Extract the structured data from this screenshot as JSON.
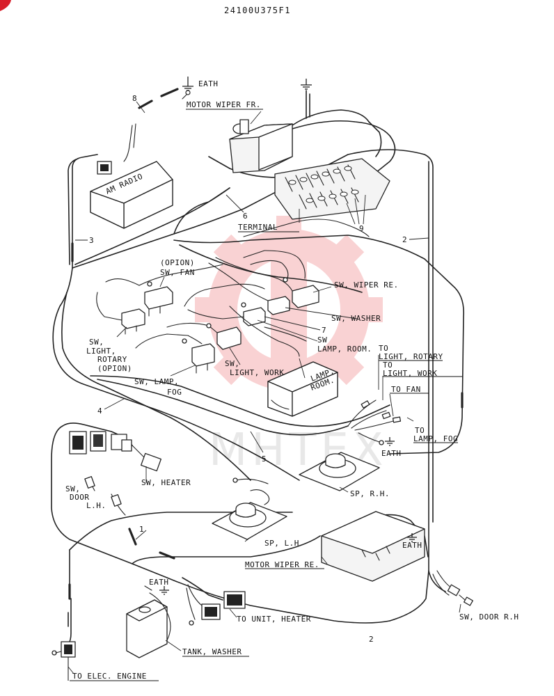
{
  "document": {
    "part_number": "24100U375F1",
    "watermark": "MHTEX"
  },
  "labels": {
    "eath_top": "EATH",
    "motor_wiper_fr": "MOTOR WIPER FR.",
    "am_radio": "AM RADIO",
    "terminal": "TERMINAL",
    "opion_sw_fan_1": "(OPION)",
    "opion_sw_fan_2": "SW, FAN",
    "sw_wiper_re": "SW, WIPER RE.",
    "sw_washer": "SW, WASHER",
    "sw_lamp_room_1": "SW",
    "sw_lamp_room_2": "LAMP, ROOM.",
    "sw_light_rotary_1": "SW,",
    "sw_light_rotary_2": "LIGHT,",
    "sw_light_rotary_3": "ROTARY",
    "sw_light_rotary_4": "(OPION)",
    "sw_light_work_1": "SW,",
    "sw_light_work_2": "LIGHT, WORK",
    "lamp_room_1": "LAMP.",
    "lamp_room_2": "ROOM.",
    "sw_lamp_fog_1": "SW, LAMP,",
    "sw_lamp_fog_2": "FOG",
    "to_light_rotary_1": "TO",
    "to_light_rotary_2": "LIGHT, ROTARY",
    "to_light_work_1": "TO",
    "to_light_work_2": "LIGHT, WORK",
    "to_fan": "TO FAN",
    "to_lamp_fog_1": "TO",
    "to_lamp_fog_2": "LAMP, FOG",
    "eath_mid": "EATH",
    "sw_heater": "SW, HEATER",
    "sp_rh": "SP, R.H.",
    "sw_door_lh_1": "SW,",
    "sw_door_lh_2": "DOOR",
    "sw_door_lh_3": "L.H.",
    "sp_lh": "SP, L.H",
    "eath_right": "EATH",
    "motor_wiper_re": "MOTOR WIPER RE.",
    "eath_bottom": "EATH",
    "to_unit_heater": "TO UNIT, HEATER",
    "sw_door_rh": "SW, DOOR R.H",
    "tank_washer": "TANK, WASHER",
    "to_elec_engine": "TO ELEC. ENGINE"
  },
  "callouts": {
    "n1": "1",
    "n2a": "2",
    "n2b": "2",
    "n3": "3",
    "n4": "4",
    "n5": "5",
    "n6": "6",
    "n7": "7",
    "n8": "8",
    "n9": "9"
  },
  "colors": {
    "ink": "#222222",
    "watermark": "#e8393b",
    "corner_mark": "#d81e2a"
  }
}
